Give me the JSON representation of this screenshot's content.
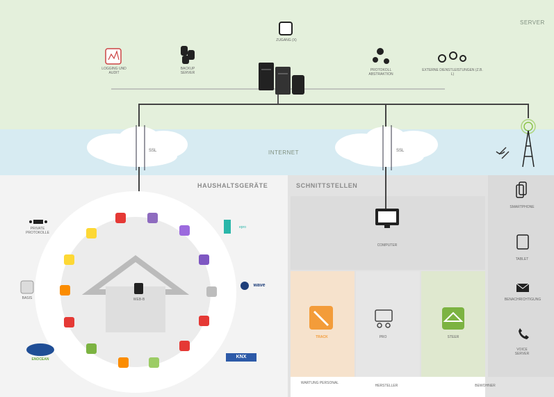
{
  "server": {
    "title": "SERVER",
    "logging": "LOGGING UND AUDIT",
    "backup": "BACKUP SERVER",
    "zugang": "ZUGANG (X)",
    "protokoll": "PROTOKOLL ABSTRAKTION",
    "extern": "EXTERNE DIENSTLEISTUNGEN (Z.B. L)"
  },
  "internet": {
    "title": "INTERNET",
    "ssl_left": "SSL",
    "ssl_right": "SSL"
  },
  "home": {
    "title": "HAUSHALTSGERÄTE",
    "center_label": "WEB-B",
    "left_top": "PRIVATE PROTOKOLLE",
    "left_mid": "BASIS",
    "right_brand_1": "epro",
    "right_brand_2": "wave",
    "right_brand_3": "KNX",
    "left_brand": "ENOCEAN"
  },
  "interfaces": {
    "title": "SCHNITTSTELLEN",
    "computer": "COMPUTER",
    "smartphone": "SMARTPHONE",
    "tablet": "TABLET",
    "benachrichtigung": "BENACHRICHTIGUNG",
    "voice": "VOICE SERVER",
    "track": "TRACK",
    "pro": "PRO",
    "steer": "STEER",
    "wartung": "WARTUNG PERSONAL",
    "hersteller": "HERSTELLER",
    "bewohner": "BEWOHNER"
  },
  "colors": {
    "server_bg": "#e4f0dc",
    "internet_bg": "#d7ebf2",
    "home_bg": "#f3f3f3",
    "interfaces_bg": "#e2e2e2",
    "track_bg": "#f6e2cc",
    "steer_bg": "#dfe8cf"
  }
}
